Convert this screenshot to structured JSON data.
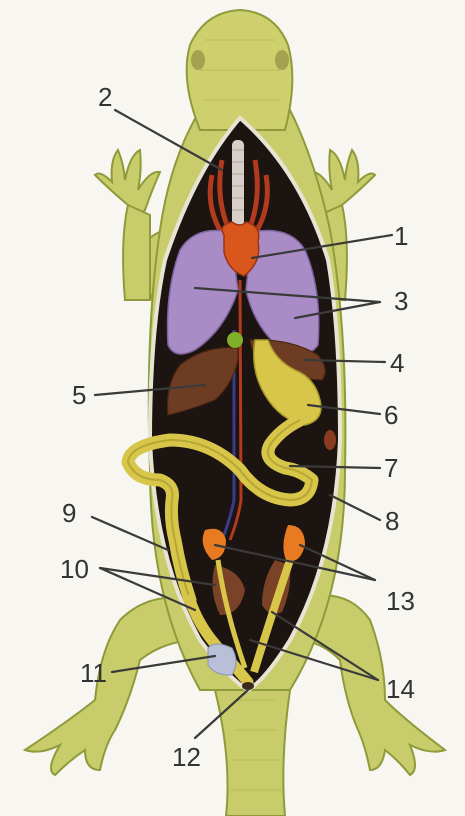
{
  "labels": [
    "1",
    "2",
    "3",
    "4",
    "5",
    "6",
    "7",
    "8",
    "9",
    "10",
    "11",
    "12",
    "13",
    "14"
  ],
  "colors": {
    "background": "#f7f6f1",
    "skin": "#c9cc6a",
    "skin_dark": "#8f9a3a",
    "cavity": "#1b1410",
    "heart": "#d9561c",
    "lungs": "#a98cc6",
    "liver": "#6e3c22",
    "intestine": "#d8c64a",
    "kidney": "#e87a22",
    "bladder": "#b9bfd8",
    "vessel_red": "#b23a1e",
    "vessel_blue": "#3a3c8a",
    "gallbladder": "#7fb02a",
    "text": "#333333"
  }
}
